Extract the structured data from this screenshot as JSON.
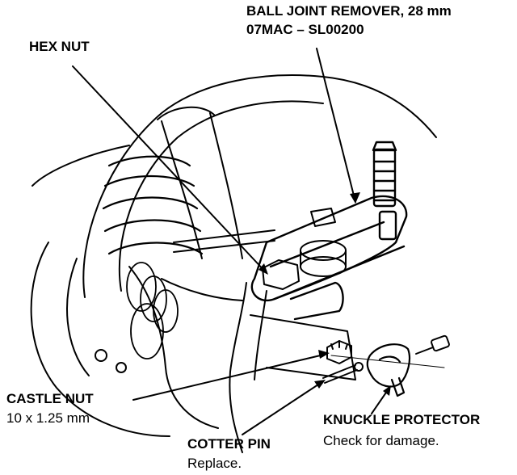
{
  "labels": {
    "ball_joint_remover": {
      "name": "BALL JOINT REMOVER, 28 mm",
      "part_number": "07MAC – SL00200"
    },
    "hex_nut": {
      "name": "HEX NUT"
    },
    "castle_nut": {
      "name": "CASTLE NUT",
      "size": "10 x 1.25 mm"
    },
    "cotter_pin": {
      "name": "COTTER PIN",
      "note": "Replace."
    },
    "knuckle_protector": {
      "name": "KNUCKLE PROTECTOR",
      "note": "Check for damage."
    }
  },
  "colors": {
    "ink": "#000000",
    "paper": "#ffffff"
  }
}
